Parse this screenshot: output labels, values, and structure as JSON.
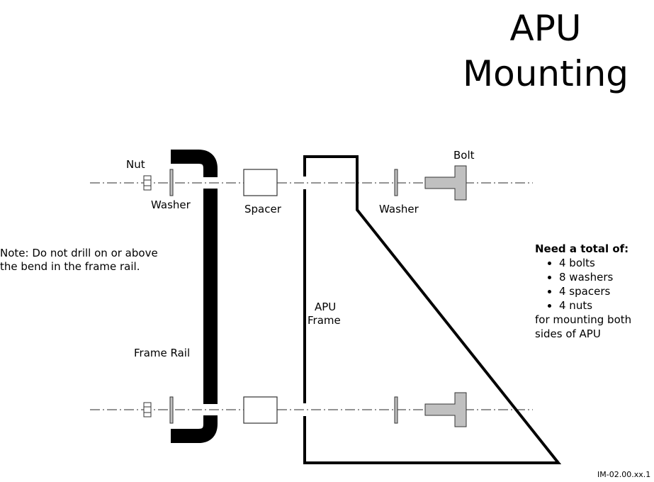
{
  "title": {
    "line1": "APU",
    "line2": "Mounting"
  },
  "labels": {
    "nut": "Nut",
    "washer_left": "Washer",
    "spacer": "Spacer",
    "washer_right": "Washer",
    "bolt": "Bolt",
    "frame_rail": "Frame Rail",
    "apu_frame_line1": "APU",
    "apu_frame_line2": "Frame"
  },
  "note": {
    "line1": "Note: Do not drill on or above",
    "line2": "the bend in the frame rail."
  },
  "totals": {
    "heading": "Need a total of:",
    "items": [
      "4 bolts",
      "8 washers",
      "4 spacers",
      "4 nuts"
    ],
    "footer_line1": "for mounting both",
    "footer_line2": "sides of APU"
  },
  "document_id": "IM-02.00.xx.1",
  "colors": {
    "line": "#000000",
    "part_fill_gray": "#c0c0c0",
    "part_stroke": "#333333",
    "background": "#ffffff"
  }
}
